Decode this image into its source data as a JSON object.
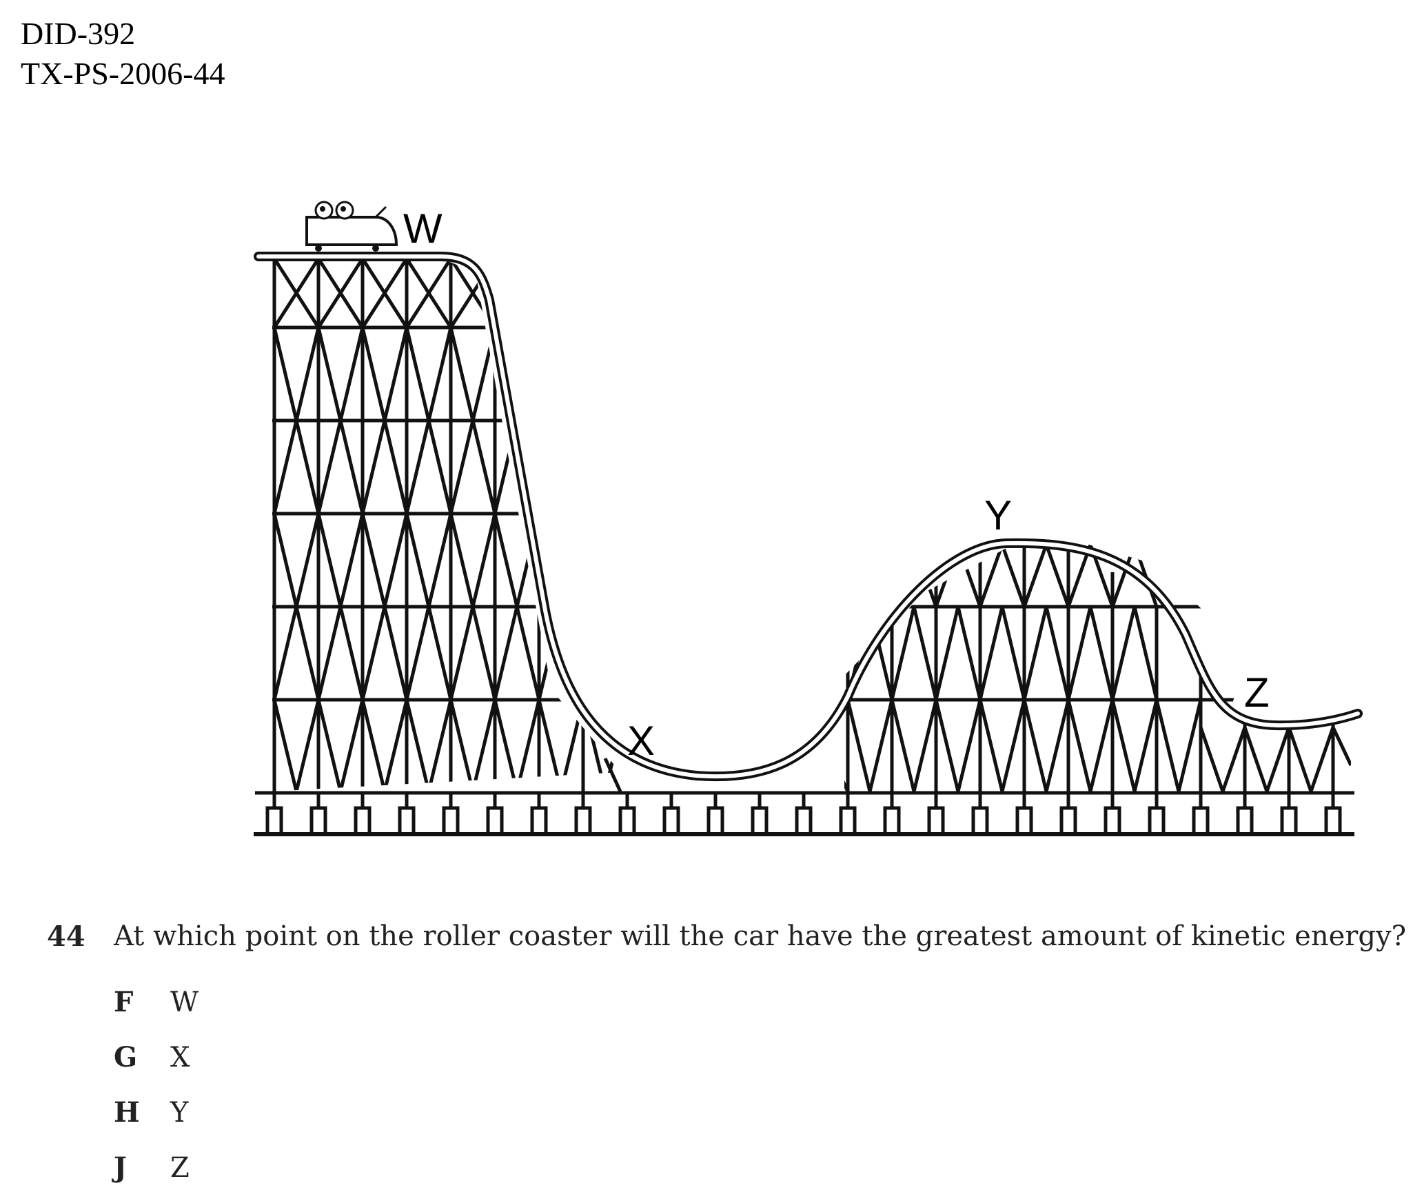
{
  "header": {
    "line1": "DID-392",
    "line2": "TX-PS-2006-44"
  },
  "diagram": {
    "labels": {
      "w": "W",
      "x": "X",
      "y": "Y",
      "z": "Z"
    }
  },
  "question": {
    "number": "44",
    "text": "At which point on the roller coaster will the car have the greatest amount of kinetic energy?",
    "choices": [
      {
        "letter": "F",
        "answer": "W"
      },
      {
        "letter": "G",
        "answer": "X"
      },
      {
        "letter": "H",
        "answer": "Y"
      },
      {
        "letter": "J",
        "answer": "Z"
      }
    ]
  }
}
